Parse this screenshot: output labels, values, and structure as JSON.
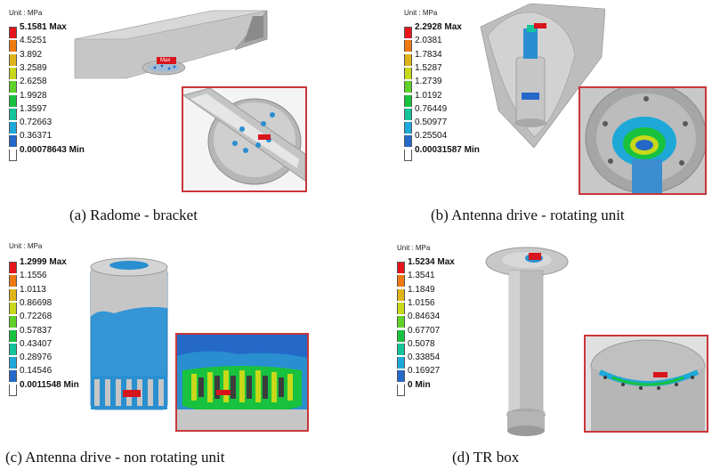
{
  "panels": [
    {
      "unit_label": "Unit : MPa",
      "caption": "(a)  Radome  -  bracket",
      "max_tag": "Max",
      "legend": [
        "5.1581 Max",
        "4.5251",
        "3.892",
        "3.2589",
        "2.6258",
        "1.9928",
        "1.3597",
        "0.72663",
        "0.36371",
        "0.00078643 Min"
      ]
    },
    {
      "unit_label": "Unit : MPa",
      "caption": "(b)  Antenna drive - rotating unit",
      "max_tag": "Max",
      "legend": [
        "2.2928 Max",
        "2.0381",
        "1.7834",
        "1.5287",
        "1.2739",
        "1.0192",
        "0.76449",
        "0.50977",
        "0.25504",
        "0.00031587 Min"
      ]
    },
    {
      "unit_label": "Unit : MPa",
      "caption": "(c)  Antenna drive - non rotating unit",
      "max_tag": "Max",
      "legend": [
        "1.2999 Max",
        "1.1556",
        "1.0113",
        "0.86698",
        "0.72268",
        "0.57837",
        "0.43407",
        "0.28976",
        "0.14546",
        "0.0011548 Min"
      ]
    },
    {
      "unit_label": "Unit : MPa",
      "caption": "(d)  TR box",
      "max_tag": "Max",
      "legend": [
        "1.5234 Max",
        "1.3541",
        "1.1849",
        "1.0156",
        "0.84634",
        "0.67707",
        "0.5078",
        "0.33854",
        "0.16927",
        "0 Min"
      ]
    }
  ],
  "colors": {
    "scale": [
      "#e8141c",
      "#ee7a10",
      "#e0b418",
      "#c8d81a",
      "#5fd22a",
      "#18c23e",
      "#14c49a",
      "#1ea8d8",
      "#2468c8",
      "#ffffff"
    ],
    "inset_border": "#c8363a",
    "max_tag": "#d8141c",
    "model_gray": "#b4b4b4",
    "model_blue": "#2a8fd0"
  }
}
